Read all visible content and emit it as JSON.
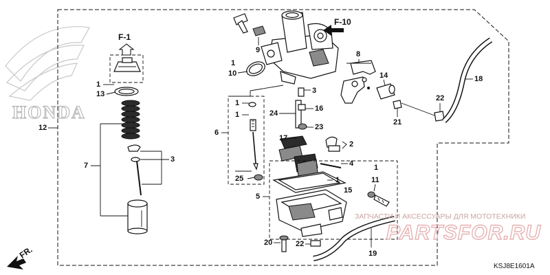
{
  "diagram": {
    "section_refs": {
      "f1": "F-1",
      "f10": "F-10"
    },
    "direction_label": "FR.",
    "brand": "HONDA",
    "diagram_code": "KSJ8E1601A",
    "watermark": {
      "caption": "ЗАПЧАСТИ И АКСЕССУАРЫ ДЛЯ МОТОТЕХНИКИ",
      "logo": "PARTSFOR.RU"
    },
    "callouts": {
      "c1a": "1",
      "c13": "13",
      "c12": "12",
      "c7": "7",
      "c3a": "3",
      "c9": "9",
      "c1b": "1",
      "c10": "10",
      "c3b": "3",
      "c1c": "1",
      "c1d": "1",
      "c16": "16",
      "c24": "24",
      "c23": "23",
      "c6": "6",
      "c17": "17",
      "c2": "2",
      "c4": "4",
      "c25": "25",
      "c8": "8",
      "c14": "14",
      "c18": "18",
      "c22a": "22",
      "c21": "21",
      "c1e": "1",
      "c15": "15",
      "c1f": "1",
      "c11": "11",
      "c5": "5",
      "c19": "19",
      "c20": "20",
      "c22b": "22"
    }
  }
}
